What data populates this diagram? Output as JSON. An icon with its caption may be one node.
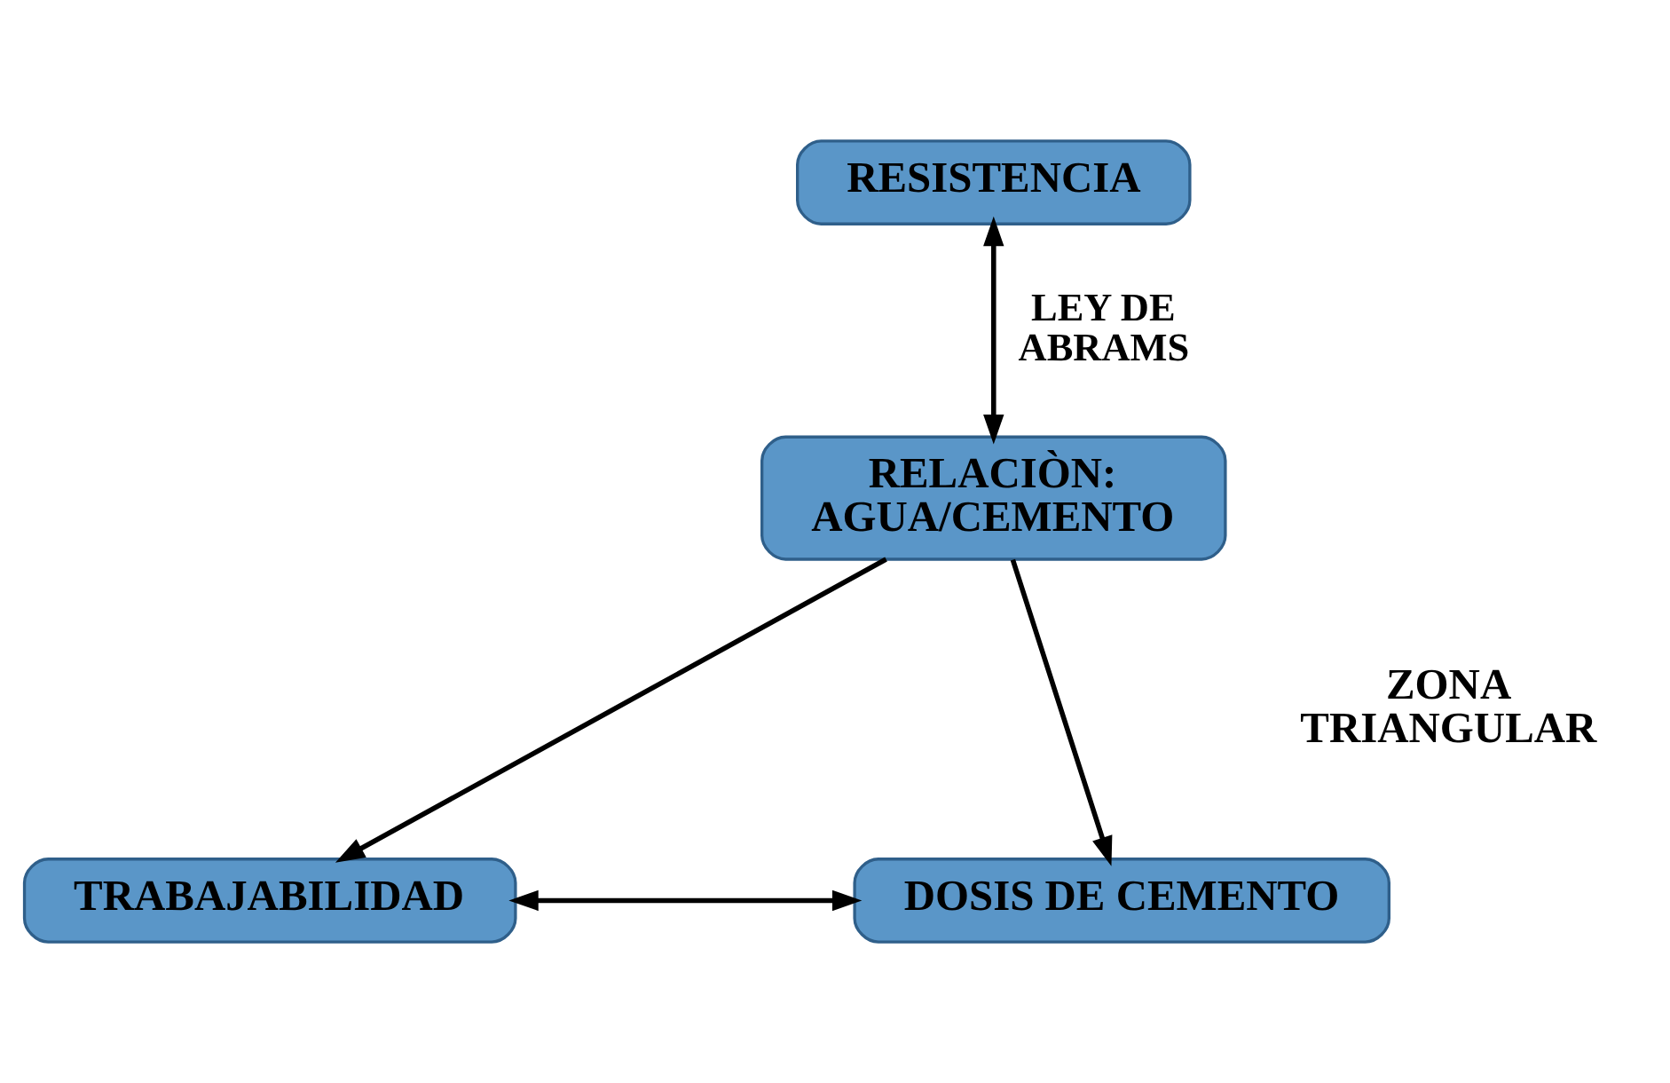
{
  "diagram": {
    "nodes": [
      {
        "text": [
          "RESISTENCIA"
        ]
      },
      {
        "text": [
          "RELACIÒN: AGUA/CEMENTO"
        ]
      },
      {
        "text": [
          "TRABAJABILIDAD"
        ]
      },
      {
        "text": [
          "DOSIS DE CEMENTO"
        ]
      }
    ],
    "edges": [
      {
        "from": 0,
        "to": 1,
        "arrow": "both",
        "label": "LEY DE ABRAMS"
      },
      {
        "from": 1,
        "to": 2,
        "arrow": "to"
      },
      {
        "from": 1,
        "to": 3,
        "arrow": "to"
      },
      {
        "from": 2,
        "to": 3,
        "arrow": "both"
      }
    ],
    "labels": [
      "ZONA TRIANGULAR"
    ]
  }
}
